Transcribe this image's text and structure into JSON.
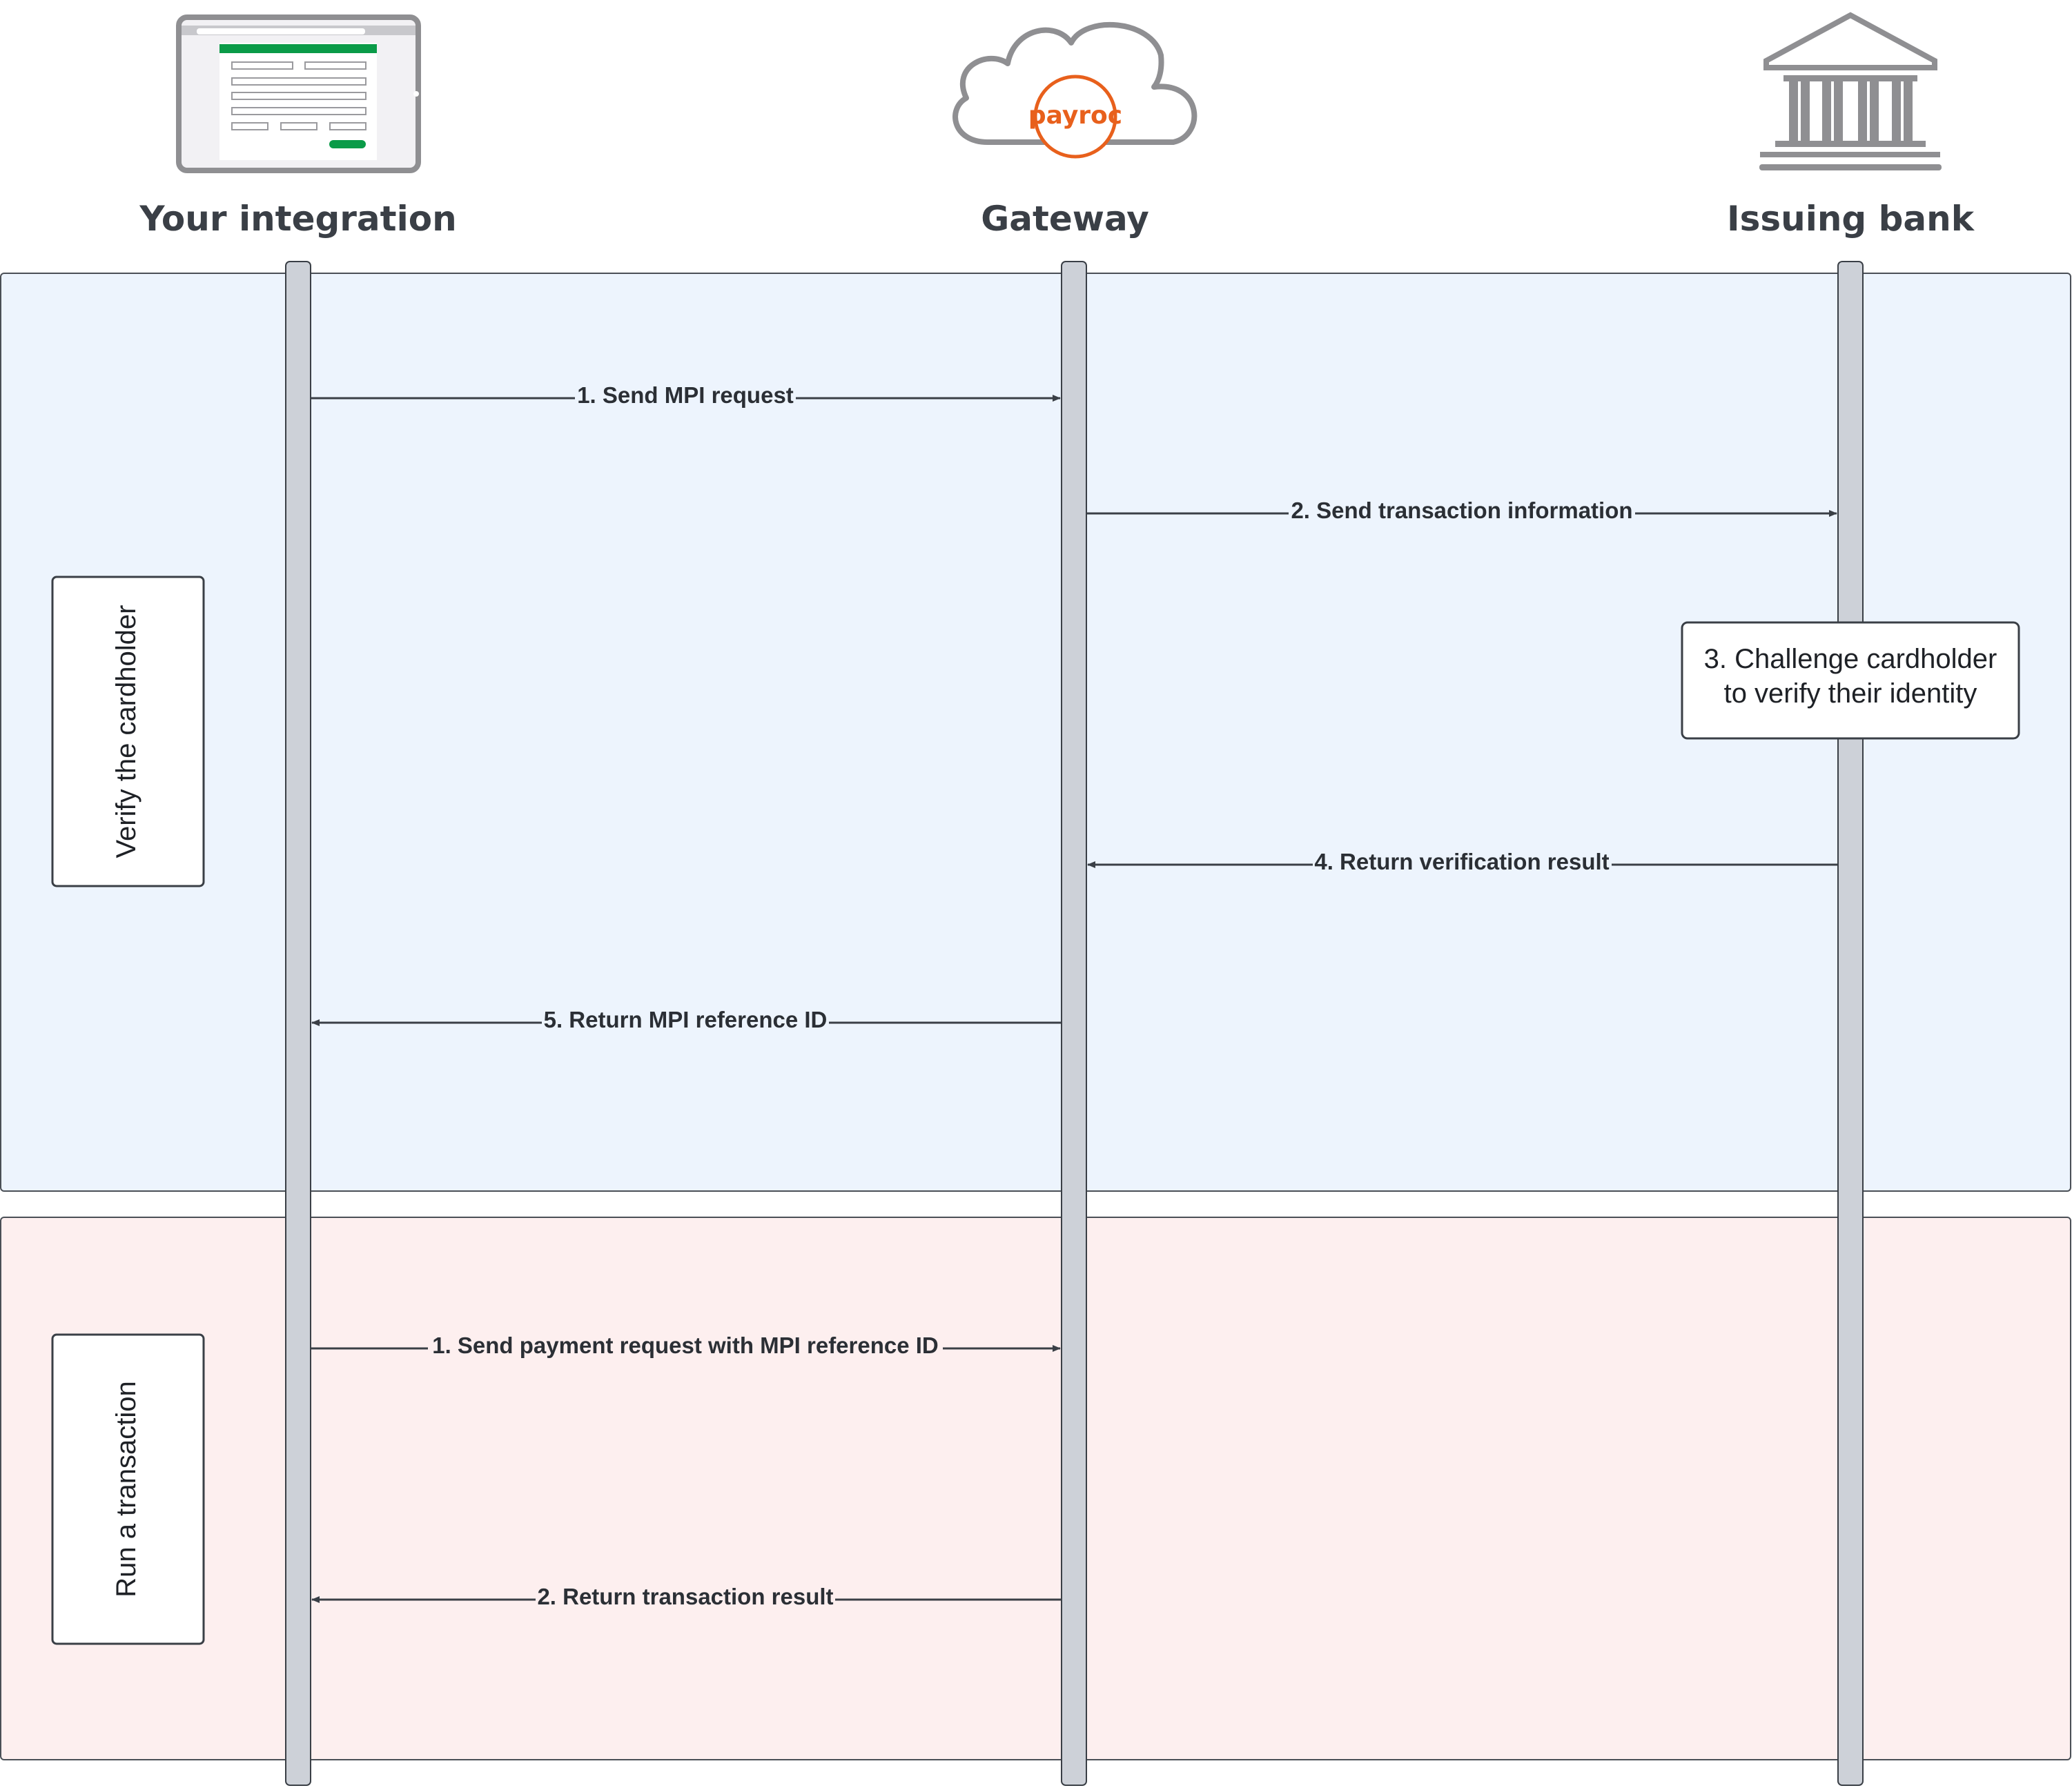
{
  "participants": [
    {
      "id": "integration",
      "title": "Your integration",
      "icon": "tablet-form-icon"
    },
    {
      "id": "gateway",
      "title": "Gateway",
      "icon": "payroc-cloud-logo"
    },
    {
      "id": "bank",
      "title": "Issuing bank",
      "icon": "bank-building-icon"
    }
  ],
  "logo_text": "payroc",
  "phases": [
    {
      "id": "verify",
      "label": "Verify the cardholder",
      "color": "#edf4fd",
      "messages": [
        {
          "text": "1. Send MPI request",
          "from": "integration",
          "to": "gateway"
        },
        {
          "text": "2. Send transaction information",
          "from": "gateway",
          "to": "bank"
        },
        {
          "text": "4. Return verification result",
          "from": "bank",
          "to": "gateway"
        },
        {
          "text": "5. Return MPI reference ID",
          "from": "gateway",
          "to": "integration"
        }
      ],
      "note": {
        "lines": [
          "3. Challenge cardholder",
          "to verify their identity"
        ],
        "on": "bank"
      }
    },
    {
      "id": "transaction",
      "label": "Run a transaction",
      "color": "#fdefef",
      "messages": [
        {
          "text": "1. Send payment request with MPI reference ID",
          "from": "integration",
          "to": "gateway"
        },
        {
          "text": "2. Return transaction result",
          "from": "gateway",
          "to": "integration"
        }
      ]
    }
  ],
  "colors": {
    "lifeline": "#cdd1d8",
    "stroke": "#3a3f46",
    "icon_gray": "#8f8f92",
    "brand_orange": "#e8601c",
    "form_green": "#0a9b48"
  }
}
